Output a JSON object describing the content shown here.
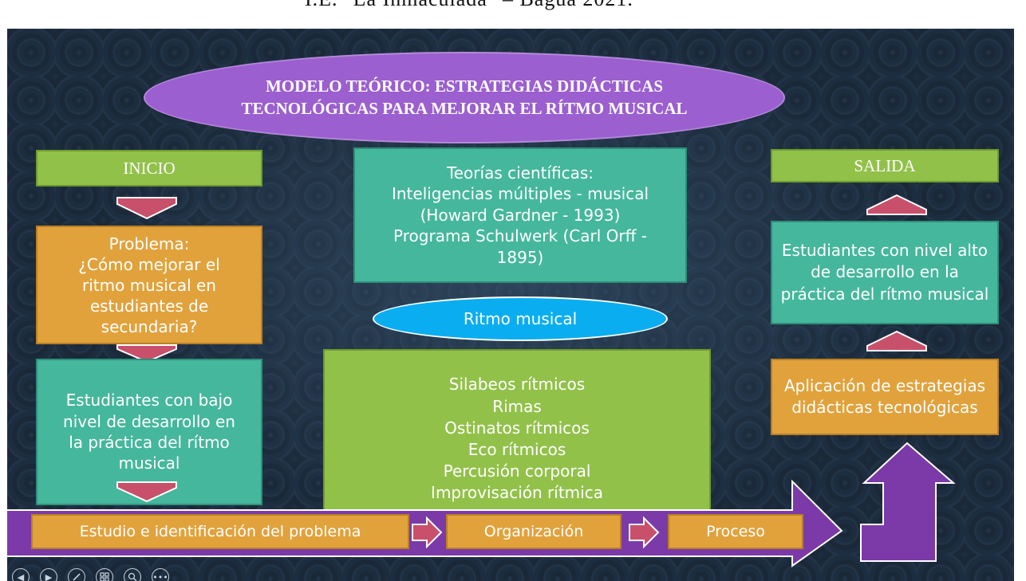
{
  "top_caption": "I.E. \"La Inmaculada\" – Bagua 2021.",
  "title": "MODELO TEÓRICO: ESTRATEGIAS DIDÁCTICAS\nTECNOLÓGICAS PARA MEJORAR EL RÍTMO MUSICAL",
  "inicio": "INICIO",
  "problema": "Problema:\n¿Cómo mejorar el\nritmo musical en\nestudiantes de\nsecundaria?",
  "estudiantes_bajo": "Estudiantes con bajo\nnivel de desarrollo en\nla práctica del rítmo\nmusical",
  "teorias": "Teorías científicas:\nInteligencias múltiples - musical\n(Howard Gardner - 1993)\nPrograma Schulwerk (Carl Orff  -\n1895)",
  "ritmo_musical": "Ritmo musical",
  "ritmo_items": "Silabeos rítmicos\nRimas\nOstinatos rítmicos\nEco rítmicos\nPercusión corporal\nImprovisación rítmica",
  "salida": "SALIDA",
  "estudiantes_alto": "Estudiantes con nivel alto\nde desarrollo en la\npráctica del rítmo musical",
  "aplicacion": "Aplicación de estrategias\ndidácticas tecnológicas",
  "flow": {
    "estudio": "Estudio e identificación del problema",
    "organizacion": "Organización",
    "proceso": "Proceso"
  },
  "controls": [
    "previous-icon",
    "next-icon",
    "pen-icon",
    "slides-grid-icon",
    "zoom-icon",
    "more-icon"
  ],
  "colors": {
    "title_ellipse": "#9b5fcf",
    "green": "#92c14a",
    "orange": "#e1a23c",
    "teal": "#45b79c",
    "cyan_ellipse": "#0aaef0",
    "arrow_pink": "#c8506a",
    "purple_band": "#7b3aa8"
  }
}
